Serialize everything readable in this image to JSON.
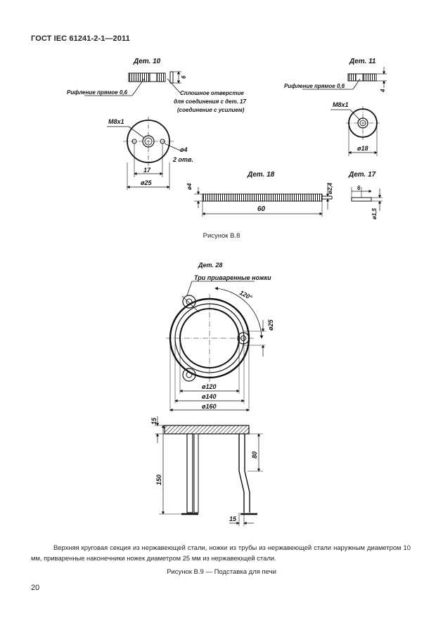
{
  "header": {
    "standard_number": "ГОСТ IEC 61241-2-1—2011"
  },
  "figure_b8": {
    "caption": "Рисунок В.8",
    "part_10": {
      "title": "Дет. 10",
      "knurl_note": "Рифление прямое 0,6",
      "hole_note_1": "Сплошное отверстие",
      "hole_note_2": "для соединения с дет. 17",
      "hole_note_3": "(соединение с усилием)",
      "dim_thickness": "6",
      "thread": "M8x1",
      "dim_hole": "ø4",
      "dim_hole_count": "2 отв.",
      "dim_17": "17",
      "dim_25": "ø25"
    },
    "part_11": {
      "title": "Дет. 11",
      "knurl_note": "Рифление прямое 0,6",
      "dim_thickness": "4",
      "thread": "M8x1",
      "dim_diameter": "ø18"
    },
    "part_18": {
      "title": "Дет. 18",
      "dim_left": "ø4",
      "dim_right": "ø2,4",
      "dim_length": "60"
    },
    "part_17": {
      "title": "Дет. 17",
      "dim_length": "6",
      "dim_diameter": "ø1,5"
    }
  },
  "figure_b9": {
    "part_title": "Дет. 28",
    "legs_note": "Три приваренные ножки",
    "angle": "120°",
    "dim_foot": "ø25",
    "dim_inner": "ø120",
    "dim_middle": "ø140",
    "dim_outer": "ø160",
    "dim_ring_height": "15",
    "dim_total_height": "150",
    "dim_bend_height": "80",
    "dim_bend_offset": "15",
    "description": "Верхняя круговая секция из нержавеющей стали, ножки из трубы из нержавеющей стали наружным диаметром 10 мм, приваренные наконечники ножек диаметром 25 мм из нержавеющей стали.",
    "caption": "Рисунок В.9 — Подставка для печи"
  },
  "page": {
    "number": "20"
  }
}
